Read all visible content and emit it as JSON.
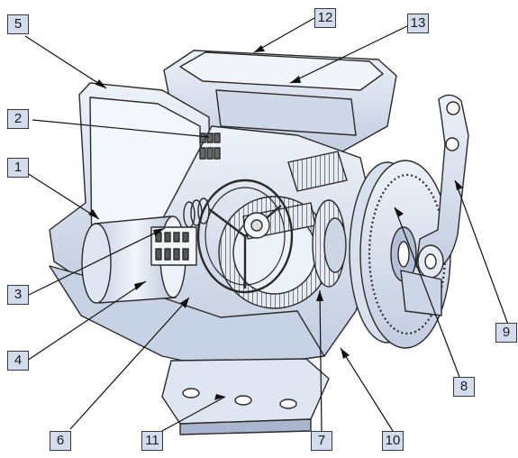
{
  "callouts": {
    "c1": "1",
    "c2": "2",
    "c3": "3",
    "c4": "4",
    "c5": "5",
    "c6": "6",
    "c7": "7",
    "c8": "8",
    "c9": "9",
    "c10": "10",
    "c11": "11",
    "c12": "12",
    "c13": "13"
  },
  "colors": {
    "label_fill": "#d3dcec",
    "body_fill": "#dce4f2",
    "body_shade": "#b9c5dc",
    "outline": "#2a2a2a"
  }
}
